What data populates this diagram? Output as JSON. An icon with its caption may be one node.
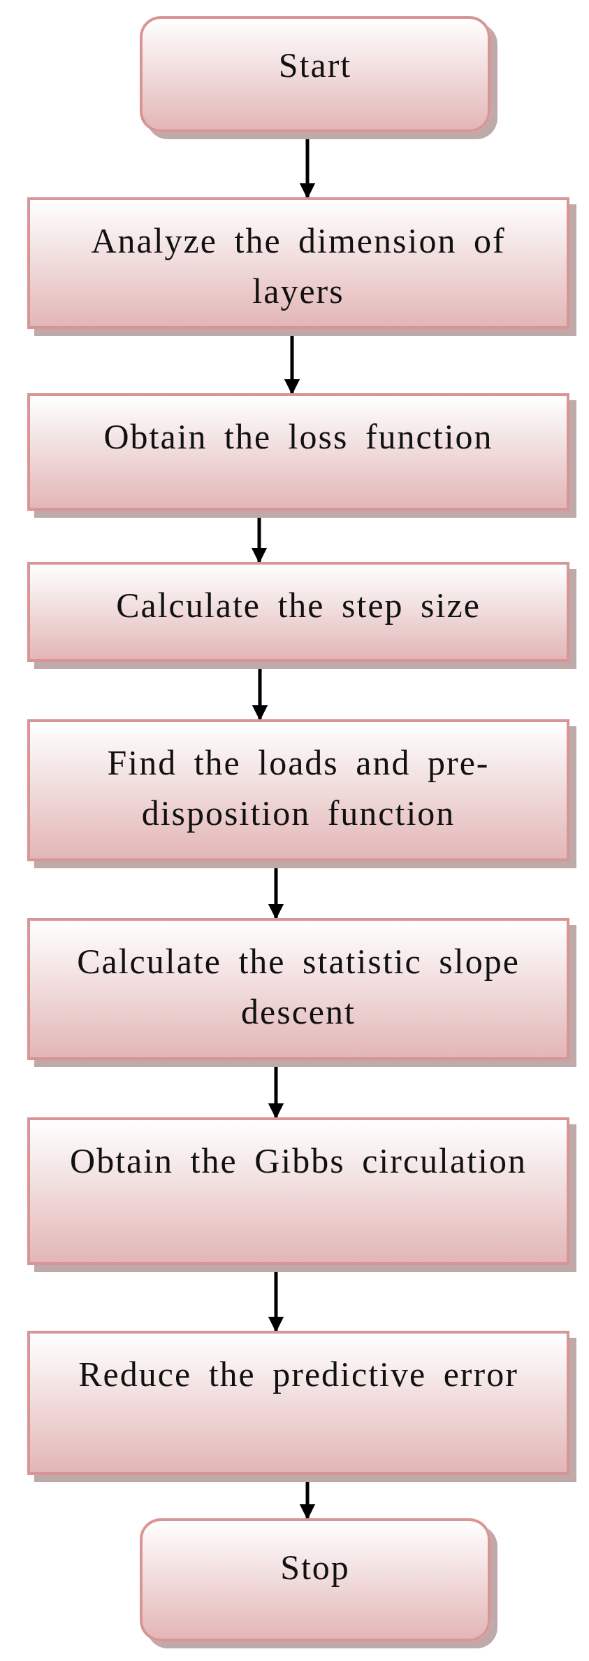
{
  "diagram": {
    "nodes": [
      {
        "text": [
          "Start"
        ]
      },
      {
        "text": [
          "Analyze the dimension of layers"
        ]
      },
      {
        "text": [
          "Obtain the loss function"
        ]
      },
      {
        "text": [
          "Calculate the step size"
        ]
      },
      {
        "text": [
          "Find the loads and pre-disposition function"
        ]
      },
      {
        "text": [
          "Calculate the statistic slope descent"
        ]
      },
      {
        "text": [
          "Obtain the Gibbs circulation"
        ]
      },
      {
        "text": [
          "Reduce the predictive error"
        ]
      },
      {
        "text": [
          "Stop"
        ]
      }
    ],
    "edges": [
      {
        "from": 0,
        "to": 1,
        "arrow": "to"
      },
      {
        "from": 1,
        "to": 2,
        "arrow": "to"
      },
      {
        "from": 2,
        "to": 3,
        "arrow": "to"
      },
      {
        "from": 3,
        "to": 4,
        "arrow": "to"
      },
      {
        "from": 4,
        "to": 5,
        "arrow": "to"
      },
      {
        "from": 5,
        "to": 6,
        "arrow": "to"
      },
      {
        "from": 6,
        "to": 7,
        "arrow": "to"
      },
      {
        "from": 7,
        "to": 8,
        "arrow": "to"
      }
    ]
  }
}
